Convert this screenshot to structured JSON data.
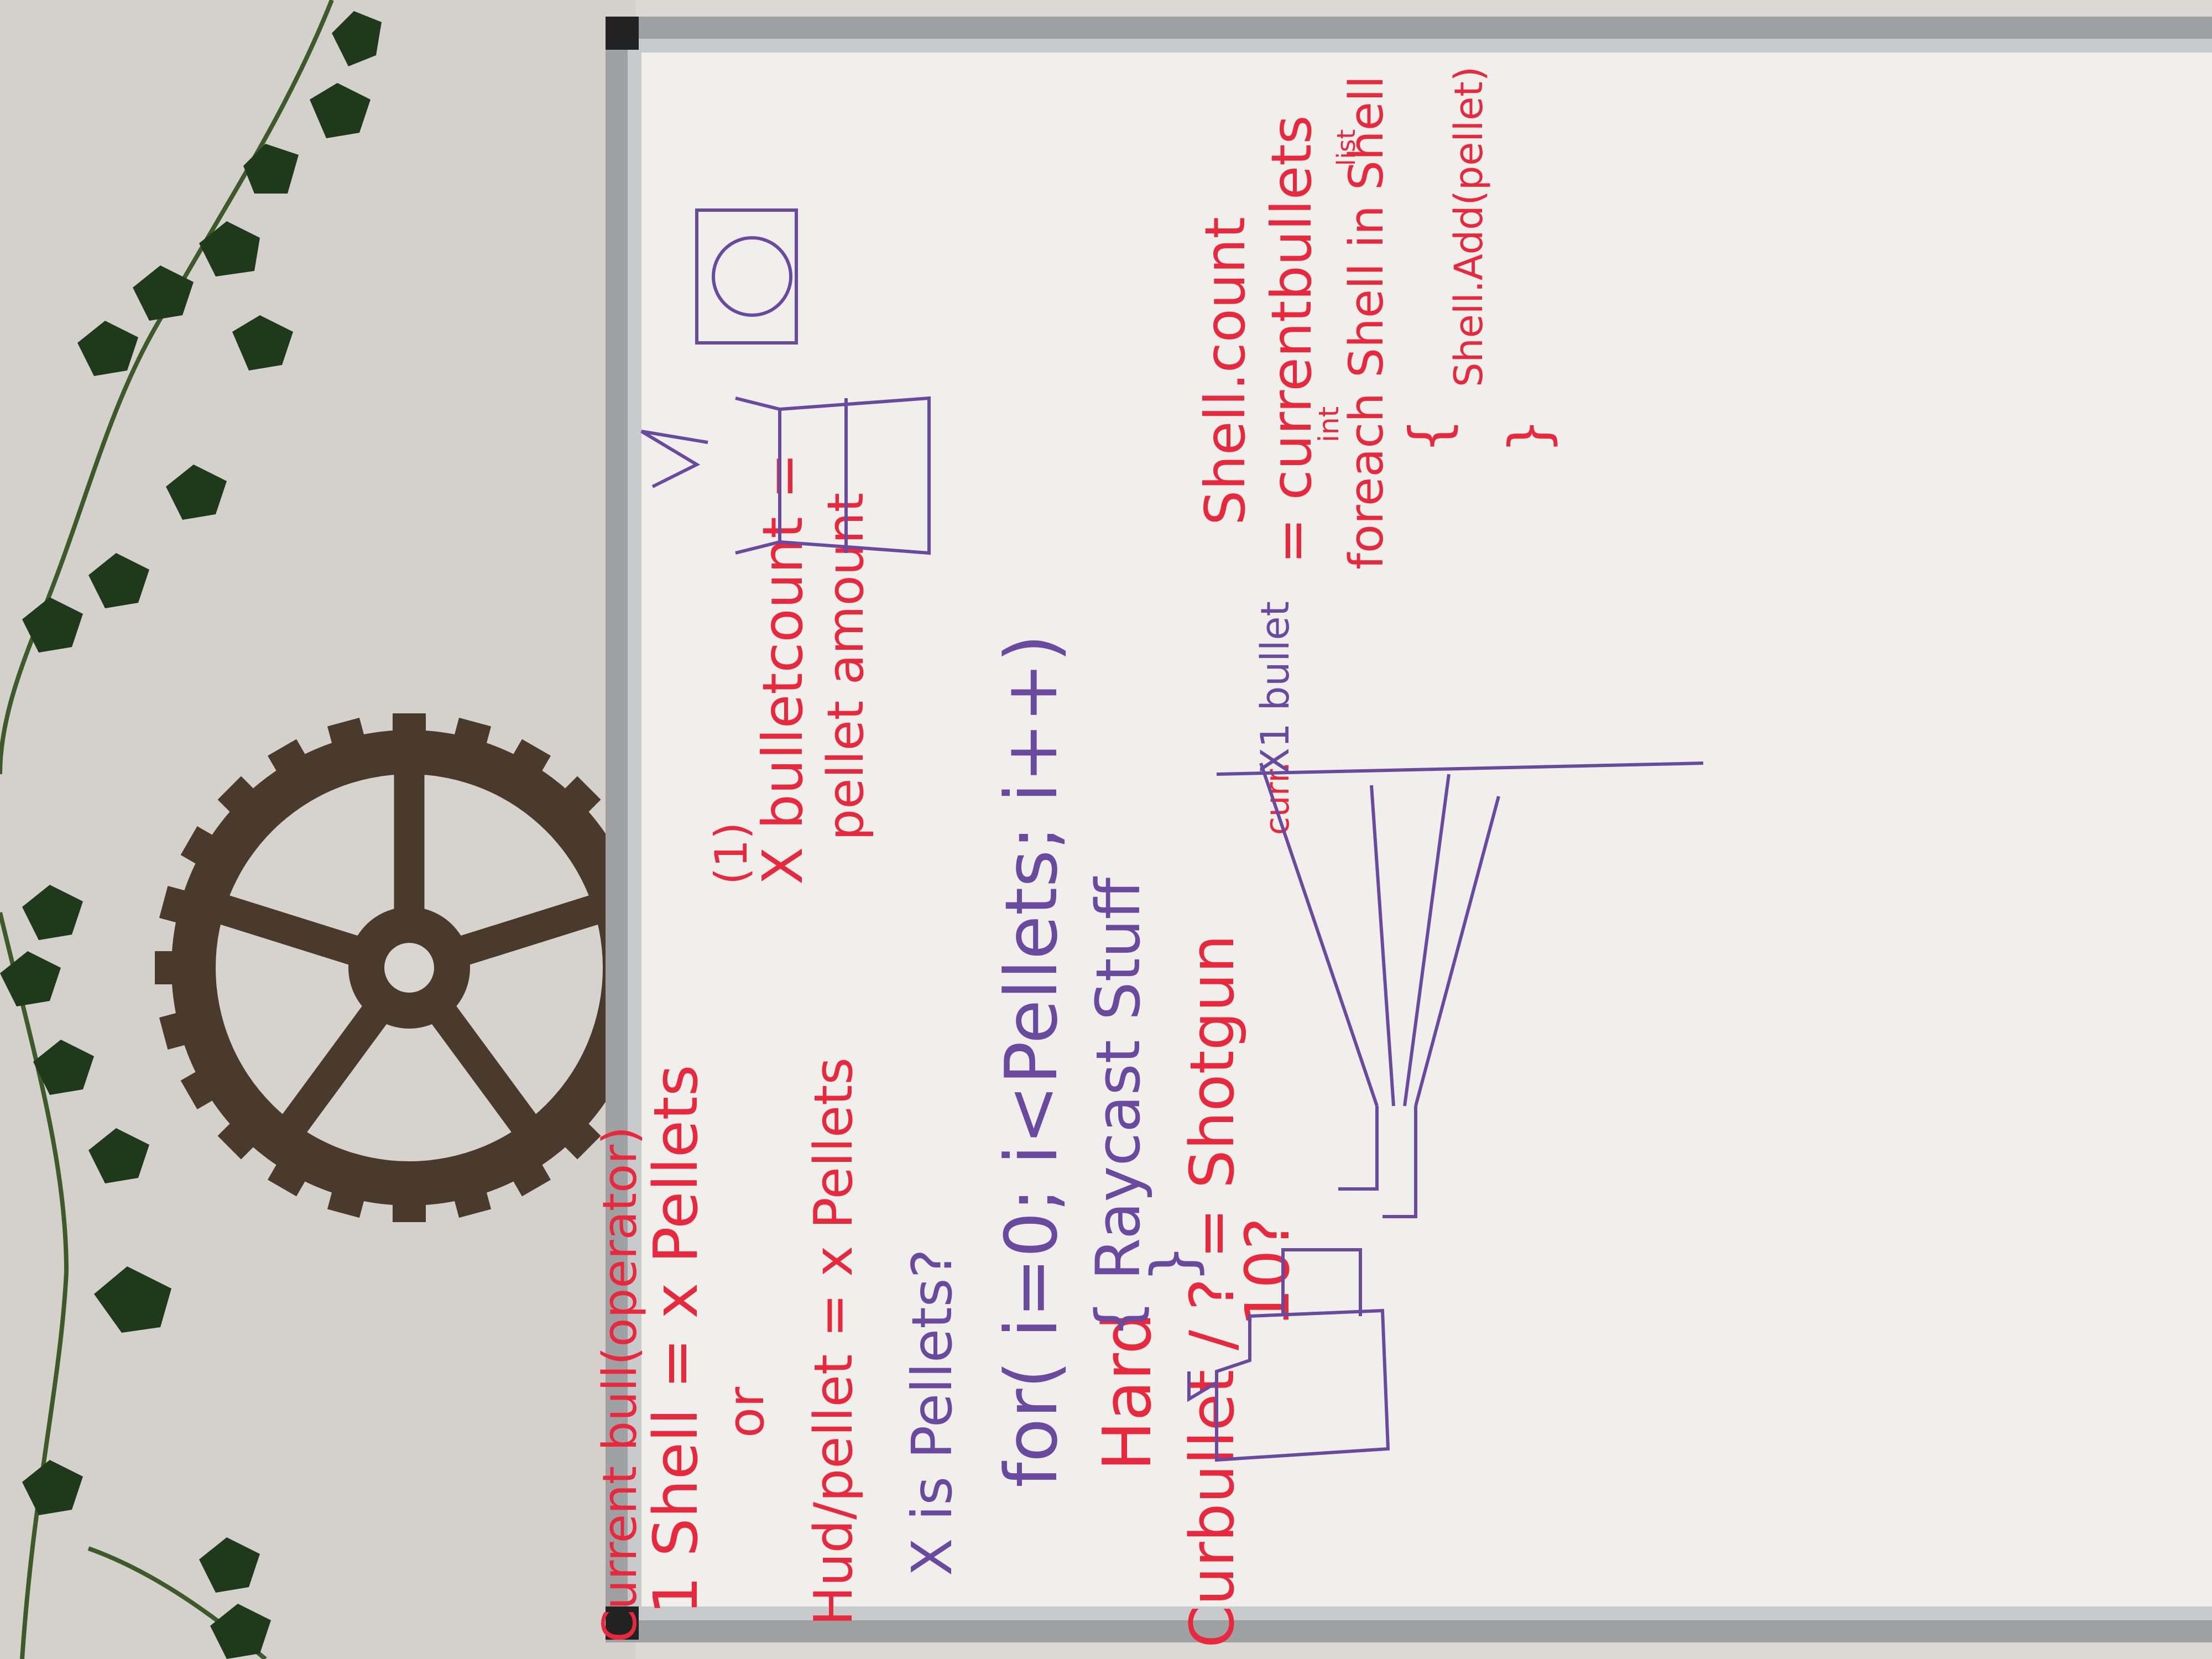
{
  "scene": {
    "description_type": "photo",
    "colors": {
      "wall": "#dcd9d5",
      "whiteboard": "#f1efec",
      "frame": "#b8b8b8",
      "red_marker": "#e8283c",
      "purple_marker": "#6a4a9e",
      "gear": "#4a3a2c",
      "ivy": "#1f3a1a"
    }
  },
  "whiteboard": {
    "red_notes": {
      "line1": "Current bull(operator)",
      "line2": "1 Shell = x Pellets",
      "line3": "or",
      "line4": "Hud/pellet = x Pellets",
      "hard": "Hard",
      "bullet_question": "Curbullet / ? = Shotgun",
      "bullet_question_2": "10?",
      "curr": "curr.",
      "bullet_count_num": "(1)",
      "bullet_count": "X bulletcount =",
      "pellet_amount": "pellet amount",
      "shell_count": "Shell.count",
      "current_bullets": "= currentbullets",
      "foreach": "foreach Shell in Shell",
      "int_label": "int",
      "list_label": "list",
      "open_brace": "{",
      "shell_add": "Shell.Add(pellet)",
      "close_brace": "}"
    },
    "purple_notes": {
      "x_is_pellets": "X is Pellets?",
      "for_loop": "for( i=0; i<Pellets; i++)",
      "raycast": "{ Raycast Stuff",
      "close_brace": "}",
      "x1_bullet": "X1 bullet"
    }
  }
}
